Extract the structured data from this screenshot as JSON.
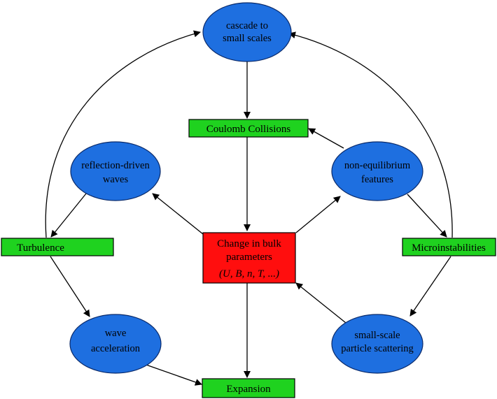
{
  "nodes": {
    "cascade": {
      "lines": [
        "cascade to",
        "small scales"
      ]
    },
    "coulomb": {
      "label": "Coulomb Collisions"
    },
    "reflection": {
      "lines": [
        "reflection-driven",
        "waves"
      ]
    },
    "nonequilibrium": {
      "lines": [
        "non-equilibrium",
        "features"
      ]
    },
    "turbulence": {
      "label": "Turbulence"
    },
    "center": {
      "lines": [
        "Change in bulk",
        "parameters"
      ],
      "params": "(U, B, n, T, ...)"
    },
    "microinstabilities": {
      "label": "Microinstabilities"
    },
    "wave_accel": {
      "lines": [
        "wave",
        "acceleration"
      ]
    },
    "scattering": {
      "lines": [
        "small-scale",
        "particle scattering"
      ]
    },
    "expansion": {
      "label": "Expansion"
    }
  },
  "colors": {
    "ellipse_fill": "#1e6fe0",
    "green_box": "#1fd21f",
    "red_box": "#ff0e0e"
  }
}
